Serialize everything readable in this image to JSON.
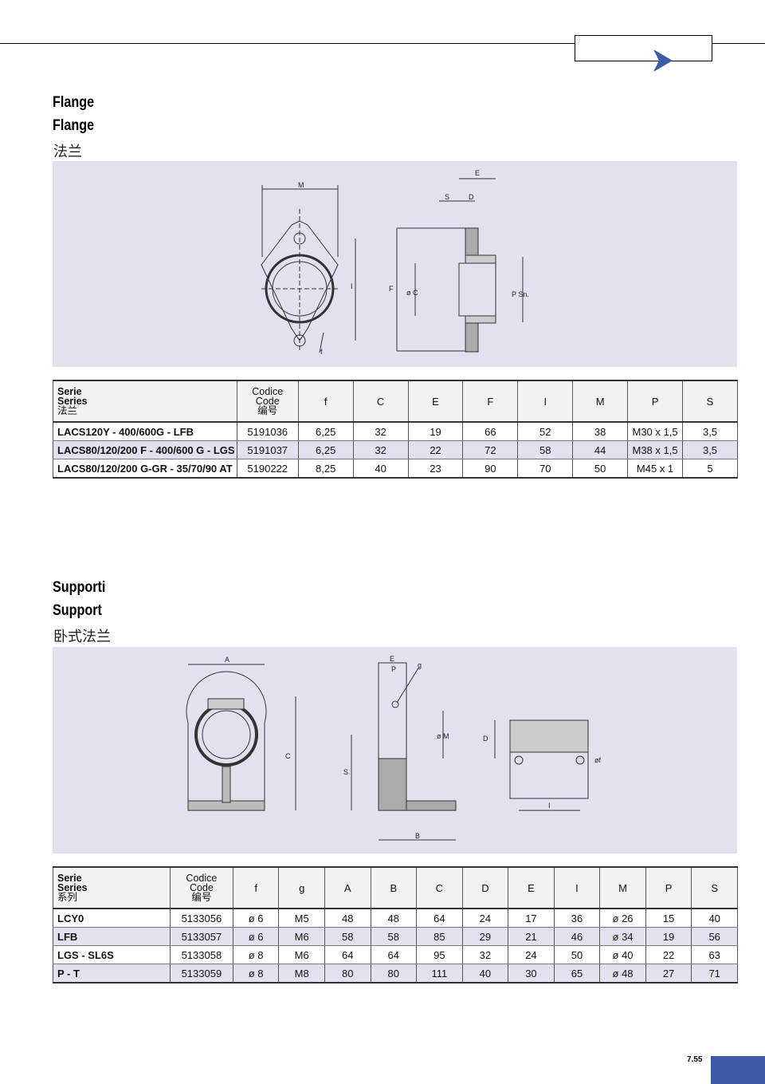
{
  "flange": {
    "title_it": "Flange",
    "title_en": "Flange",
    "title_zh": "法兰",
    "drawing_labels": {
      "M": "M",
      "I": "I",
      "f": "f",
      "E": "E",
      "S": "S",
      "D": "D",
      "F": "F",
      "C": "ø C",
      "P": "P Sn."
    },
    "headers": {
      "serie": "Serie",
      "series": "Series",
      "zh": "法兰",
      "codice": "Codice",
      "code": "Code",
      "code_zh": "编号",
      "cols": [
        "f",
        "C",
        "E",
        "F",
        "I",
        "M",
        "P",
        "S"
      ]
    },
    "rows": [
      {
        "serie": "LACS120Y - 400/600G - LFB",
        "code": "5191036",
        "vals": [
          "6,25",
          "32",
          "19",
          "66",
          "52",
          "38",
          "M30 x 1,5",
          "3,5"
        ]
      },
      {
        "serie": "LACS80/120/200 F - 400/600 G - LGS",
        "code": "5191037",
        "vals": [
          "6,25",
          "32",
          "22",
          "72",
          "58",
          "44",
          "M38 x 1,5",
          "3,5"
        ]
      },
      {
        "serie": "LACS80/120/200 G-GR - 35/70/90 AT",
        "code": "5190222",
        "vals": [
          "8,25",
          "40",
          "23",
          "90",
          "70",
          "50",
          "M45 x 1",
          "5"
        ]
      }
    ]
  },
  "support": {
    "title_it": "Supporti",
    "title_en": "Support",
    "title_zh": "卧式法兰",
    "drawing_labels": {
      "A": "A",
      "C": "C",
      "E": "E",
      "P": "P",
      "g": "g",
      "M": "ø M",
      "S": "S",
      "B": "B",
      "D": "D",
      "f": "øf",
      "I": "I"
    },
    "headers": {
      "serie": "Serie",
      "series": "Series",
      "zh": "系列",
      "codice": "Codice",
      "code": "Code",
      "code_zh": "编号",
      "cols": [
        "f",
        "g",
        "A",
        "B",
        "C",
        "D",
        "E",
        "I",
        "M",
        "P",
        "S"
      ]
    },
    "rows": [
      {
        "serie": "LCY0",
        "code": "5133056",
        "vals": [
          "ø 6",
          "M5",
          "48",
          "48",
          "64",
          "24",
          "17",
          "36",
          "ø 26",
          "15",
          "40"
        ]
      },
      {
        "serie": "LFB",
        "code": "5133057",
        "vals": [
          "ø 6",
          "M6",
          "58",
          "58",
          "85",
          "29",
          "21",
          "46",
          "ø 34",
          "19",
          "56"
        ]
      },
      {
        "serie": "LGS - SL6S",
        "code": "5133058",
        "vals": [
          "ø 8",
          "M6",
          "64",
          "64",
          "95",
          "32",
          "24",
          "50",
          "ø 40",
          "22",
          "63"
        ]
      },
      {
        "serie": "P - T",
        "code": "5133059",
        "vals": [
          "ø 8",
          "M8",
          "80",
          "80",
          "111",
          "40",
          "30",
          "65",
          "ø 48",
          "27",
          "71"
        ]
      }
    ]
  },
  "page_number": "7.55",
  "colors": {
    "panel": "#e1e1ef",
    "accent": "#3c5aa6"
  }
}
